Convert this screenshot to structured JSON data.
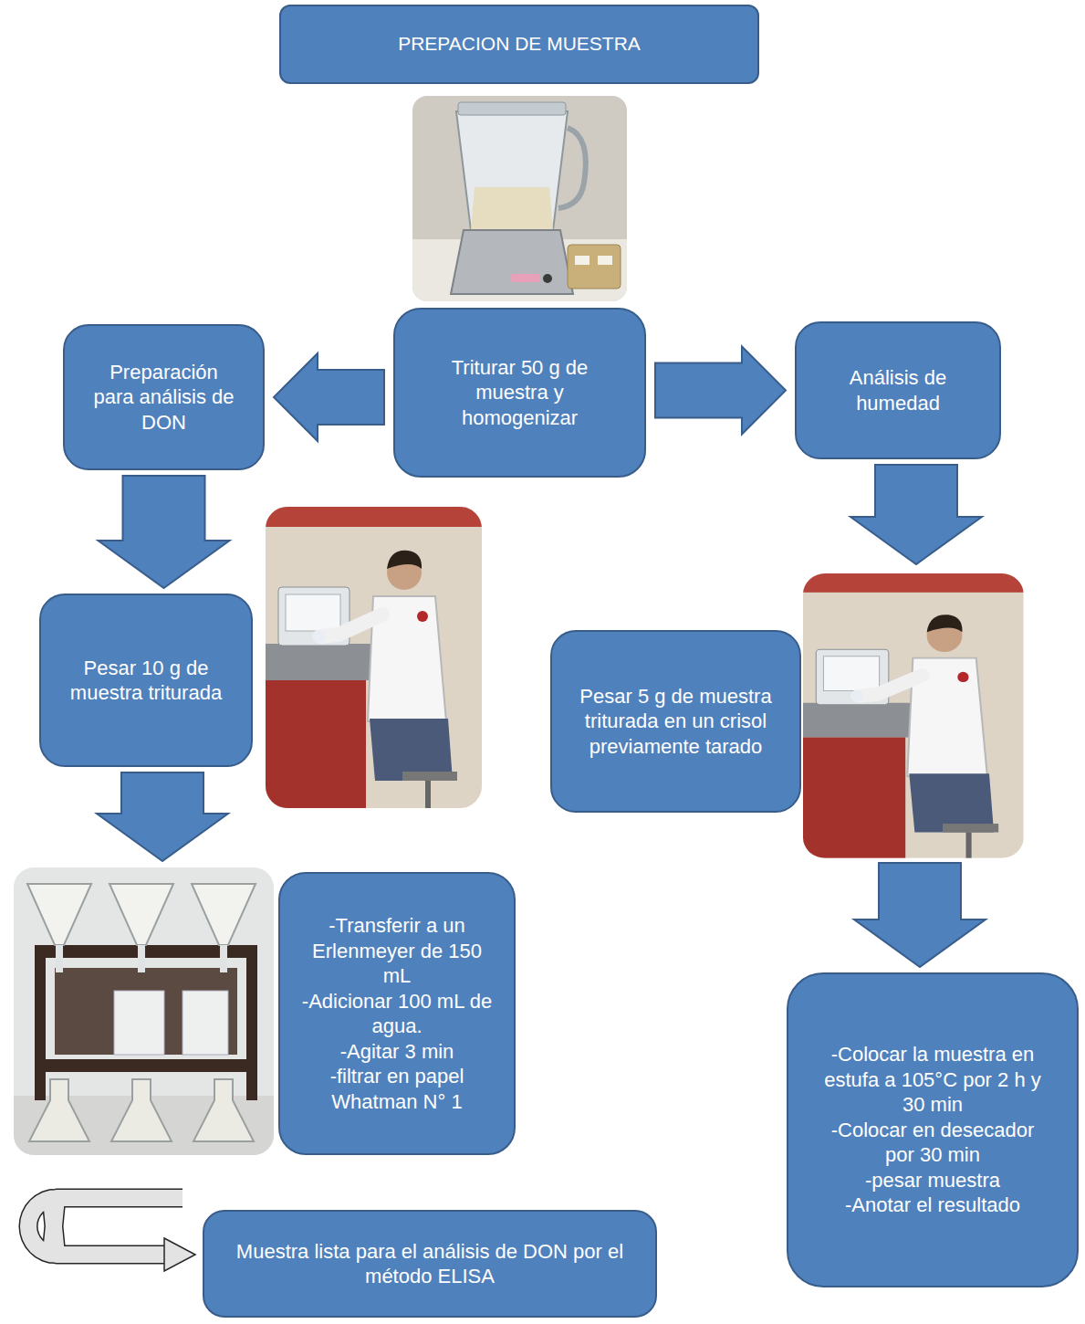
{
  "diagram": {
    "nodes": [
      {
        "text": [
          "PREPACION DE MUESTRA"
        ]
      },
      {
        "text": [
          "Triturar 50 g de muestra y homogenizar"
        ]
      },
      {
        "text": [
          "Preparación para análisis de DON"
        ]
      },
      {
        "text": [
          "Análisis de humedad"
        ]
      },
      {
        "text": [
          "Pesar 10 g de muestra triturada"
        ]
      },
      {
        "text": [
          "Pesar 5 g de muestra triturada en un crisol previamente tarado"
        ]
      },
      {
        "text": [
          "-Transferir a un Erlenmeyer de 150 mL",
          "-Adicionar 100 mL de agua.",
          "-Agitar 3 min",
          "-filtrar en papel Whatman N° 1"
        ]
      },
      {
        "text": [
          "-Colocar la muestra en estufa a 105°C por 2 h y 30 min",
          "-Colocar en desecador por 30 min",
          "-pesar muestra",
          "-Anotar el resultado"
        ]
      },
      {
        "text": [
          "Muestra lista para el análisis de DON por el método ELISA"
        ]
      }
    ],
    "edges": [
      {
        "from": 1,
        "to": 2,
        "arrow": "to"
      },
      {
        "from": 1,
        "to": 3,
        "arrow": "to"
      },
      {
        "from": 2,
        "to": 4,
        "arrow": "to"
      },
      {
        "from": 3,
        "to": 5,
        "arrow": "to"
      },
      {
        "from": 4,
        "to": 6,
        "arrow": "to"
      },
      {
        "from": 5,
        "to": 7,
        "arrow": "to"
      },
      {
        "from": 6,
        "to": 8,
        "arrow": "to"
      }
    ]
  }
}
